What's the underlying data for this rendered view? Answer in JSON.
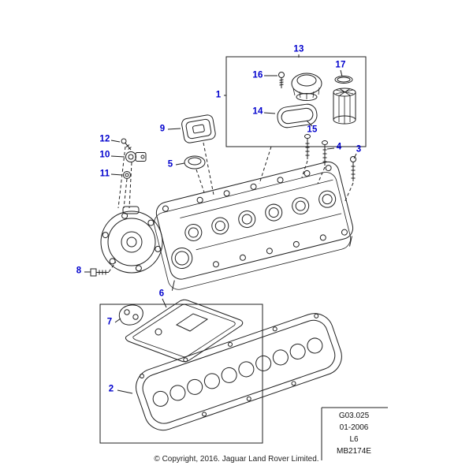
{
  "diagram": {
    "description_visible_elements": "exploded parts diagram with numbered callouts",
    "callouts": [
      {
        "id": 1,
        "label": "1"
      },
      {
        "id": 2,
        "label": "2"
      },
      {
        "id": 3,
        "label": "3"
      },
      {
        "id": 4,
        "label": "4"
      },
      {
        "id": 5,
        "label": "5"
      },
      {
        "id": 6,
        "label": "6"
      },
      {
        "id": 7,
        "label": "7"
      },
      {
        "id": 8,
        "label": "8"
      },
      {
        "id": 9,
        "label": "9"
      },
      {
        "id": 10,
        "label": "10"
      },
      {
        "id": 11,
        "label": "11"
      },
      {
        "id": 12,
        "label": "12"
      },
      {
        "id": 13,
        "label": "13"
      },
      {
        "id": 14,
        "label": "14"
      },
      {
        "id": 15,
        "label": "15"
      },
      {
        "id": 16,
        "label": "16"
      },
      {
        "id": 17,
        "label": "17"
      }
    ]
  },
  "title_block": {
    "code": "G03.025",
    "date": "01-2006",
    "engine": "L6",
    "ref": "MB2174E"
  },
  "footer": {
    "copyright": "© Copyright, 2016. Jaguar Land Rover Limited."
  },
  "colors": {
    "callout": "#0000cd",
    "line": "#1f1f1f",
    "background": "#ffffff"
  }
}
